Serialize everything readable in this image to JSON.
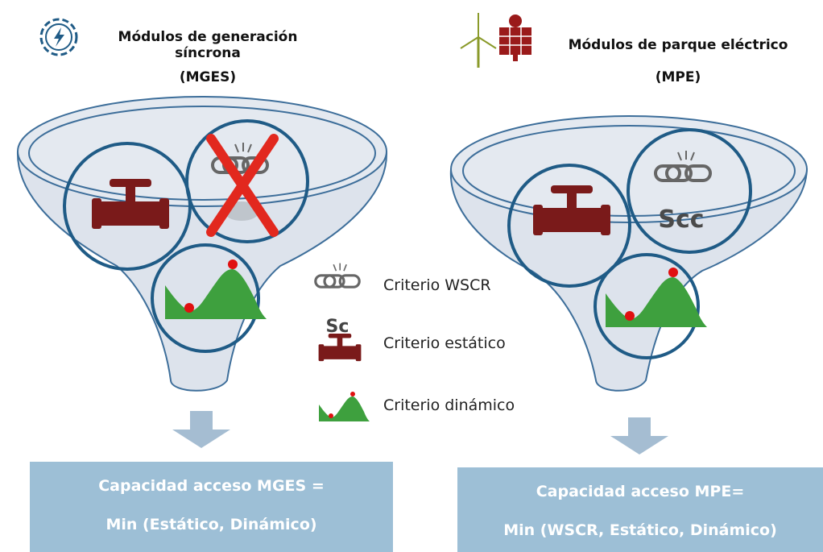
{
  "left": {
    "title_line1": "Módulos de generación síncrona",
    "title_line2": "(MGES)",
    "result_line1": "Capacidad acceso  MGES =",
    "result_line2": "Min (Estático, Dinámico)"
  },
  "right": {
    "title_line1": "Módulos de parque eléctrico",
    "title_line2": "(MPE)",
    "scc_text": "Scc",
    "result_line1": "Capacidad acceso  MPE=",
    "result_line2": "Min (WSCR, Estático, Dinámico)"
  },
  "legend": {
    "wscr": "Criterio WSCR",
    "static_symbol": "Sc",
    "static": "Criterio estático",
    "dynamic": "Criterio dinámico"
  },
  "colors": {
    "funnel_fill": "#dde3ec",
    "funnel_stroke": "#3d6e9a",
    "circle_stroke": "#1f5b86",
    "pipe": "#7a1a1a",
    "hill": "#3ea03e",
    "dot": "#e01010",
    "cross": "#e2281e",
    "arrow": "#a5bdd2",
    "box": "#9dbfd6"
  },
  "icons": [
    "gear-lightning-icon",
    "wind-turbine-icon",
    "solar-panel-icon",
    "chain-broken-icon",
    "pipe-valve-icon",
    "hill-curve-icon",
    "cross-icon",
    "down-arrow-icon"
  ]
}
